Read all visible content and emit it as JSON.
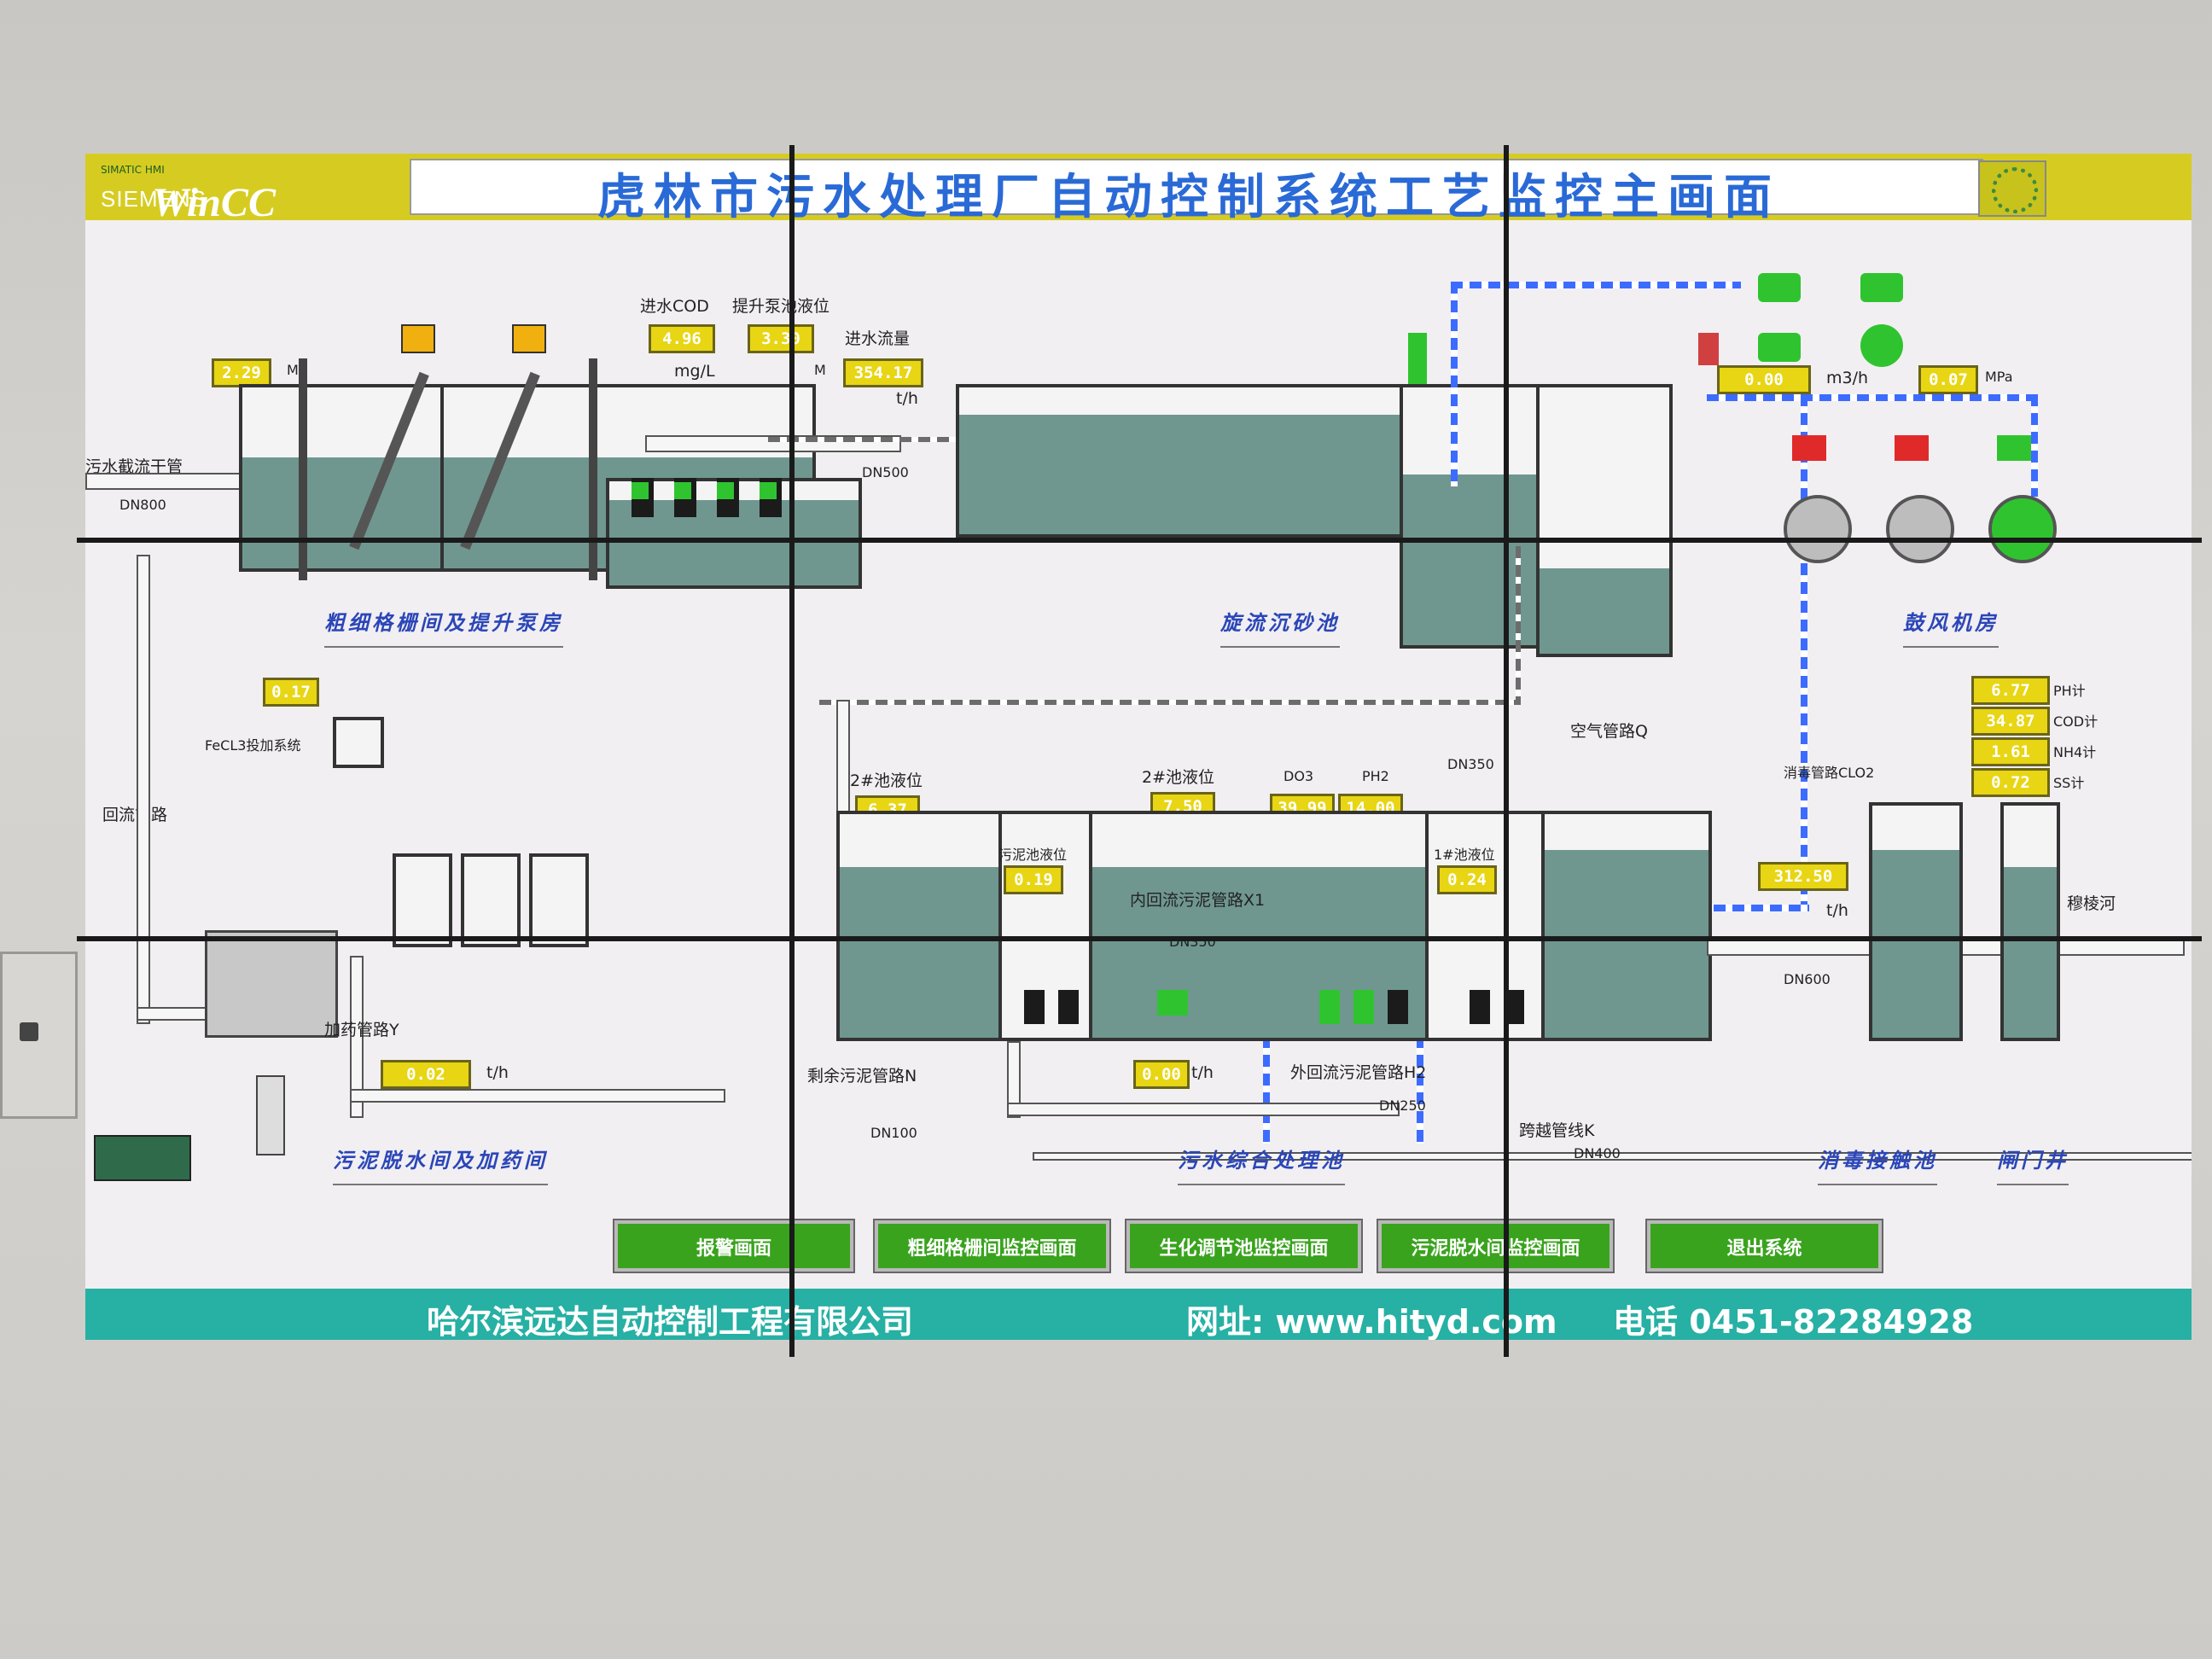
{
  "header": {
    "brand_small": "SIMATIC HMI",
    "brand_siemens": "SIEMENS",
    "brand_wincc": "WinCC",
    "title": "虎林市污水处理厂自动控制系统工艺监控主画面"
  },
  "sections": {
    "s1": "粗细格栅间及提升泵房",
    "s2": "旋流沉砂池",
    "s3": "鼓风机房",
    "s4": "污泥脱水间及加药间",
    "s5": "污水综合处理池",
    "s6": "消毒接触池",
    "s7": "闸门井"
  },
  "labels": {
    "influent_cod": "进水COD",
    "lift_pump_level": "提升泵池液位",
    "influent_flow": "进水流量",
    "mgl": "mg/L",
    "th": "t/h",
    "m": "M",
    "sewage_main": "污水截流干管",
    "dn800": "DN800",
    "dn500": "DN500",
    "m3h": "m3/h",
    "mpa": "MPa",
    "fecl3": "FeCL3投加系统",
    "return_pipe": "回流管路",
    "dosing_pipe": "加药管路Y",
    "air_pipe": "空气管路Q",
    "pool2_level_a": "2#池液位",
    "pool2_level_b": "2#池液位",
    "do3": "DO3",
    "ph2": "PH2",
    "dn350_a": "DN350",
    "dn350_b": "DN350",
    "sludge_well_level": "污泥池液位",
    "internal_return": "内回流污泥管路X1",
    "pool1_level": "1#池液位",
    "disinfect_pipe": "消毒管路CLO2",
    "ph_meter": "PH计",
    "cod_meter": "COD计",
    "nh4_meter": "NH4计",
    "ss_meter": "SS计",
    "muling_river": "穆棱河",
    "dn600": "DN600",
    "excess_sludge": "剩余污泥管路N",
    "dn100": "DN100",
    "external_return": "外回流污泥管路H2",
    "dn250": "DN250",
    "bypass_pipe": "跨越管线K",
    "dn400": "DN400"
  },
  "values": {
    "well_level": "2.29",
    "cod": "4.96",
    "lift_level": "3.30",
    "flow_in": "354.17",
    "air_flow": "0.00",
    "air_pressure": "0.07",
    "fecl3_val": "0.17",
    "pool2_level_a": "6.37",
    "pool2_level_b": "7.50",
    "do3": "39.99",
    "ph2": "14.00",
    "sludge_well": "0.19",
    "pool1_level": "0.24",
    "ph": "6.77",
    "cod_out": "34.87",
    "nh4": "1.61",
    "ss": "0.72",
    "outflow": "312.50",
    "dosing_flow": "0.02",
    "excess_flow": "0.00"
  },
  "buttons": {
    "alarm": "报警画面",
    "grille": "粗细格栅间监控画面",
    "bio": "生化调节池监控画面",
    "sludge": "污泥脱水间监控画面",
    "exit": "退出系统"
  },
  "footer": {
    "company": "哈尔滨远达自动控制工程有限公司",
    "website": "网址: www.hityd.com",
    "phone": "电话 0451-82284928"
  },
  "colors": {
    "header_bg": "#d6cc21",
    "title_text": "#2a6ad6",
    "footer_bg": "#27b0a4",
    "button_bg": "#3aa31e",
    "value_bg": "#e8d514",
    "section_text": "#2b46b8",
    "water": "#6f9790",
    "air_line": "#3c6cff",
    "running": "#2fc42f",
    "stopped": "#e02a2a"
  }
}
